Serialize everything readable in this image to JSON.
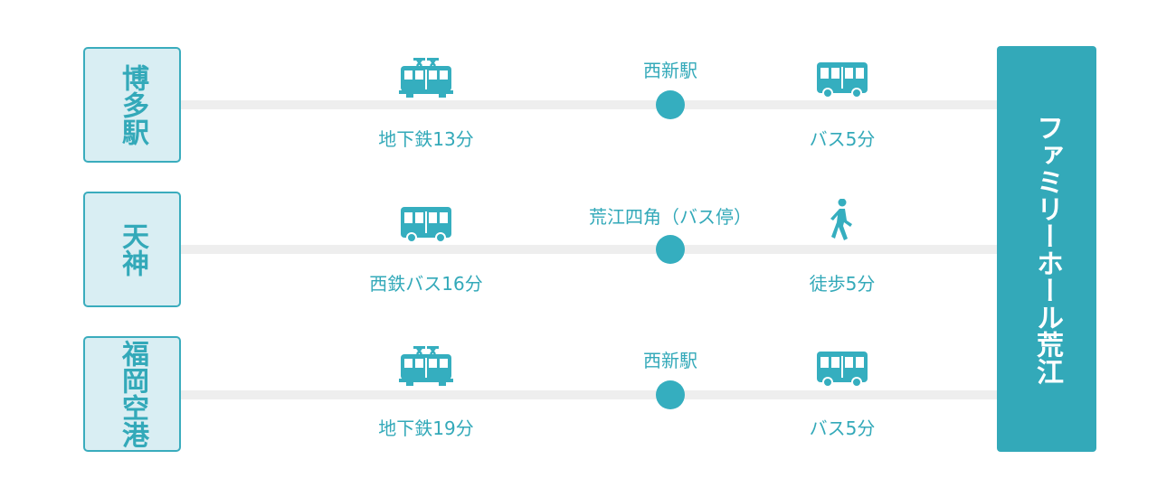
{
  "routes": [
    {
      "origin": "博多駅",
      "transfer_point": "西新駅",
      "first_leg": {
        "mode": "train-icon",
        "label": "地下鉄13分"
      },
      "second_leg": {
        "mode": "bus-icon",
        "label": "バス5分"
      }
    },
    {
      "origin": "天神",
      "transfer_point": "荒江四角（バス停）",
      "first_leg": {
        "mode": "bus-icon",
        "label": "西鉄バス16分"
      },
      "second_leg": {
        "mode": "walking-person-icon",
        "label": "徒歩5分"
      }
    },
    {
      "origin": "福岡空港",
      "transfer_point": "西新駅",
      "first_leg": {
        "mode": "train-icon",
        "label": "地下鉄19分"
      },
      "second_leg": {
        "mode": "bus-icon",
        "label": "バス5分"
      }
    }
  ],
  "destination": "ファミリーホール荒江",
  "colors": {
    "accent": "#33a9b9",
    "origin_fill": "#d9eef3",
    "line": "#eeeeee",
    "background": "#ffffff"
  }
}
